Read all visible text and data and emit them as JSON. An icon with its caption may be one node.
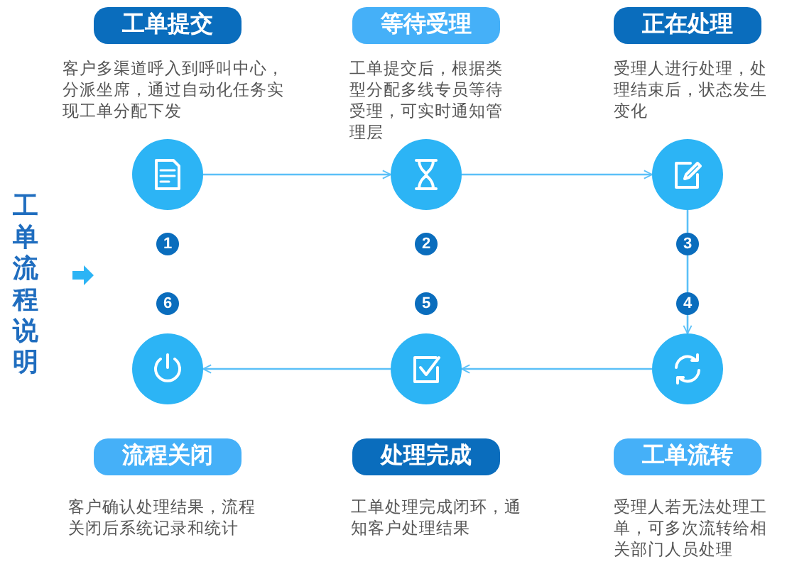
{
  "diagram": {
    "title": "工单流程说明",
    "nodes": [
      {
        "text": [
          "工单提交"
        ]
      },
      {
        "text": [
          "等待受理"
        ]
      },
      {
        "text": [
          "正在处理"
        ]
      },
      {
        "text": [
          "工单流转"
        ]
      },
      {
        "text": [
          "处理完成"
        ]
      },
      {
        "text": [
          "流程关闭"
        ]
      },
      {
        "text": [],
        "shape": "circle",
        "beside": [
          "1"
        ]
      },
      {
        "text": [],
        "shape": "circle",
        "beside": [
          "2"
        ]
      },
      {
        "text": [],
        "shape": "circle",
        "beside": [
          "3"
        ]
      },
      {
        "text": [],
        "shape": "circle",
        "beside": [
          "4"
        ]
      },
      {
        "text": [],
        "shape": "circle",
        "beside": [
          "5"
        ]
      },
      {
        "text": [],
        "shape": "circle",
        "beside": [
          "6"
        ]
      }
    ],
    "edges": [
      {
        "from": 6,
        "to": 7,
        "arrow": "to"
      },
      {
        "from": 7,
        "to": 8,
        "arrow": "to"
      },
      {
        "from": 8,
        "to": 9,
        "arrow": "to"
      },
      {
        "from": 9,
        "to": 10,
        "arrow": "to"
      },
      {
        "from": 10,
        "to": 11,
        "arrow": "to"
      }
    ],
    "labels": [
      "客户多渠道呼入到呼叫中心，分派坐席，通过自动化任务实现工单分配下发",
      "工单提交后，根据类型分配多线专员等待受理，可实时通知管理层",
      "受理人进行处理，处理结束后，状态发生变化",
      "客户确认处理结果，流程关闭后系统记录和统计",
      "工单处理完成闭环，通知客户处理结果",
      "受理人若无法处理工单，可多次流转给相关部门人员处理"
    ]
  }
}
